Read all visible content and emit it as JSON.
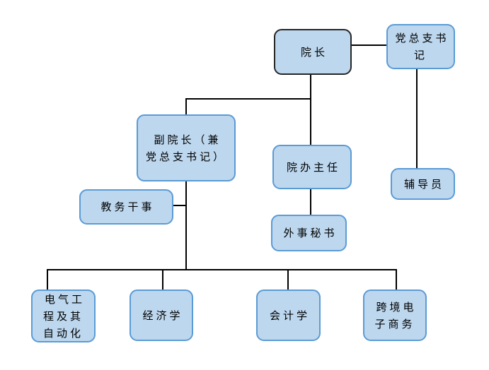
{
  "page": {
    "background": "#ffffff"
  },
  "diagram": {
    "type": "org-chart",
    "colors": {
      "node_fill": "#bdd7ee",
      "node_border": "#5b9bd5",
      "dean_border": "#262626",
      "line": "#000000",
      "text": "#000000"
    },
    "nodes": [
      {
        "id": "dean",
        "label": "院长"
      },
      {
        "id": "party-branch-secretary",
        "label": "党总支书\n记"
      },
      {
        "id": "vice-dean",
        "label": "副院长（兼\n党总支书记）"
      },
      {
        "id": "office-director",
        "label": "院办主任"
      },
      {
        "id": "counselor",
        "label": "辅导员"
      },
      {
        "id": "academic-affairs-officer",
        "label": "教务干事"
      },
      {
        "id": "foreign-affairs-secretary",
        "label": "外事秘书"
      },
      {
        "id": "electrical-engineering",
        "label": "电气工\n程及其\n自动化"
      },
      {
        "id": "economics",
        "label": "经济学"
      },
      {
        "id": "accounting",
        "label": "会计学"
      },
      {
        "id": "cross-border-ecommerce",
        "label": "跨境电\n子商务"
      }
    ],
    "edges": [
      {
        "from": "dean",
        "to": "party-branch-secretary",
        "kind": "peer"
      },
      {
        "from": "dean",
        "to": "vice-dean",
        "kind": "reports"
      },
      {
        "from": "dean",
        "to": "office-director",
        "kind": "reports"
      },
      {
        "from": "party-branch-secretary",
        "to": "counselor",
        "kind": "reports"
      },
      {
        "from": "vice-dean",
        "to": "academic-affairs-officer",
        "kind": "reports"
      },
      {
        "from": "office-director",
        "to": "foreign-affairs-secretary",
        "kind": "reports"
      },
      {
        "from": "vice-dean",
        "to": "electrical-engineering",
        "kind": "reports"
      },
      {
        "from": "vice-dean",
        "to": "economics",
        "kind": "reports"
      },
      {
        "from": "vice-dean",
        "to": "accounting",
        "kind": "reports"
      },
      {
        "from": "vice-dean",
        "to": "cross-border-ecommerce",
        "kind": "reports"
      }
    ]
  }
}
